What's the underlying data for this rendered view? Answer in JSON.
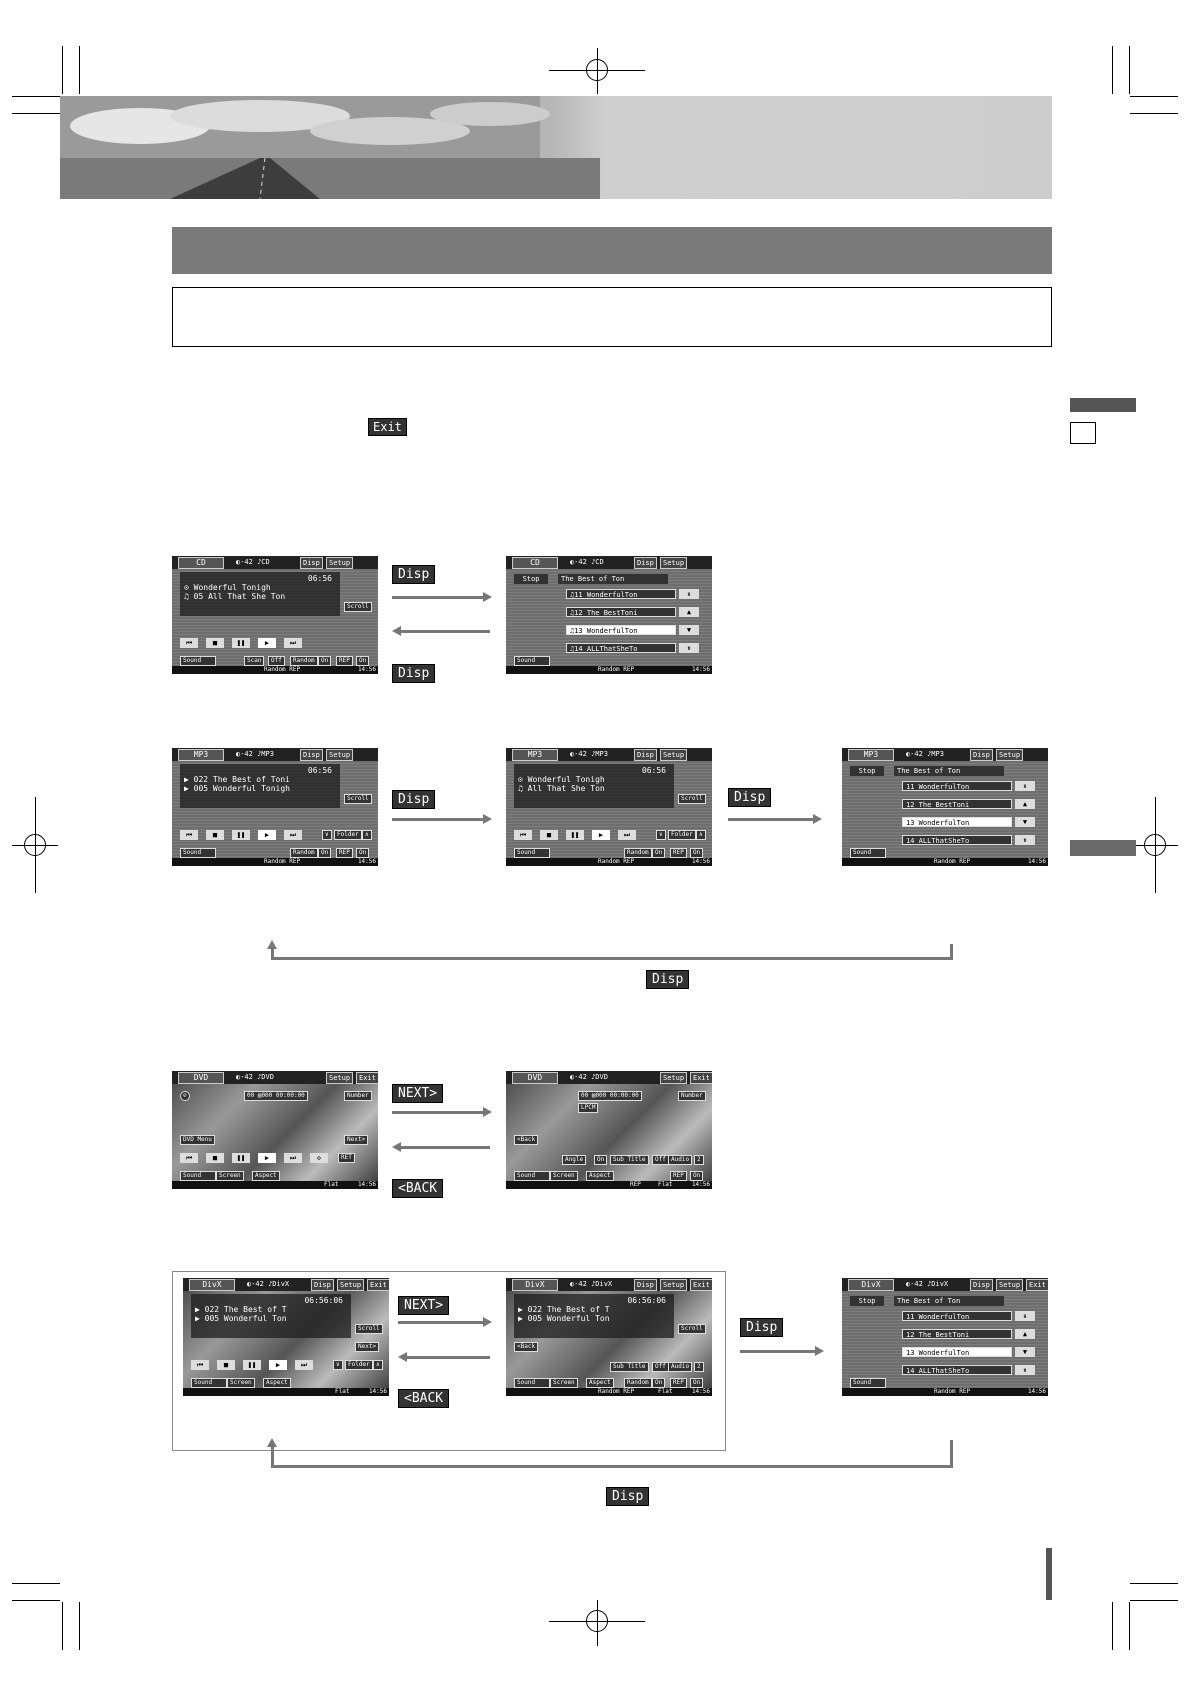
{
  "keys": {
    "exit": "Exit",
    "disp": "Disp",
    "next": "NEXT>",
    "back": "<BACK"
  },
  "cd_screen_a": {
    "mode": "CD",
    "status": "◐-42 ♪CD",
    "disp": "Disp",
    "setup": "Setup",
    "time": "06:56",
    "line1": "⊙    Wonderful Tonigh",
    "line2": "♫ 05 All That She Ton",
    "scroll": "Scroll",
    "sound": "Sound",
    "scan": "Scan",
    "scan_state": "Off",
    "random": "Random",
    "random_state": "On",
    "rep": "REP",
    "rep_state": "On",
    "footer": "Random REP",
    "clock": "14:56"
  },
  "cd_screen_b": {
    "mode": "CD",
    "status": "◐-42 ♪CD",
    "disp": "Disp",
    "setup": "Setup",
    "stop": "Stop",
    "folder": "The Best of Ton",
    "tracks": [
      "♫11 WonderfulTon",
      "♫12 The BestToni",
      "♫13 WonderfulTon",
      "♫14 ALLThatSheTo"
    ],
    "sound": "Sound",
    "footer": "Random REP",
    "clock": "14:56"
  },
  "mp3_screen_a": {
    "mode": "MP3",
    "status": "◐-42 ♪MP3",
    "disp": "Disp",
    "setup": "Setup",
    "time": "06:56",
    "line1": "▶ 022 The Best of Toni",
    "line2": "▶ 005 Wonderful Tonigh",
    "scroll": "Scroll",
    "folder": "Folder",
    "sound": "Sound",
    "random": "Random",
    "random_state": "On",
    "rep": "REP",
    "rep_state": "On",
    "footer": "Random REP",
    "clock": "14:56"
  },
  "mp3_screen_b": {
    "mode": "MP3",
    "status": "◐-42 ♪MP3",
    "disp": "Disp",
    "setup": "Setup",
    "time": "06:56",
    "line1": "⊙ Wonderful Tonigh",
    "line2": "♫ All That She Ton",
    "scroll": "Scroll",
    "folder": "Folder",
    "sound": "Sound",
    "random": "Random",
    "random_state": "On",
    "rep": "REP",
    "rep_state": "On",
    "footer": "Random REP",
    "clock": "14:56"
  },
  "mp3_screen_c": {
    "mode": "MP3",
    "status": "◐-42 ♪MP3",
    "disp": "Disp",
    "setup": "Setup",
    "stop": "Stop",
    "folder": "The Best of Ton",
    "tracks": [
      "11 WonderfulTon",
      "12 The BestToni",
      "13 WonderfulTon",
      "14 ALLThatSheTo"
    ],
    "sound": "Sound",
    "footer": "Random REP",
    "clock": "14:56"
  },
  "dvd_screen_a": {
    "mode": "DVD",
    "status": "◐-42 ♪DVD",
    "setup": "Setup",
    "exit": "Exit",
    "counter": "00 ▤000 00:00:00",
    "number": "Number",
    "dvd_menu": "DVD Menu",
    "next": "Next>",
    "ret": "RET",
    "sound": "Sound",
    "screen": "Screen",
    "aspect": "Aspect",
    "footer": "Flat",
    "clock": "14:56"
  },
  "dvd_screen_b": {
    "mode": "DVD",
    "status": "◐-42 ♪DVD",
    "setup": "Setup",
    "exit": "Exit",
    "counter": "00 ▤000 00:00:00",
    "number": "Number",
    "lpcm": "LPCM",
    "back": "<Back",
    "angle": "Angle",
    "angle_state": "On",
    "subtitle": "Sub Title",
    "subtitle_state": "Off",
    "audio": "Audio",
    "audio_state": "2",
    "sound": "Sound",
    "screen": "Screen",
    "aspect": "Aspect",
    "rep": "REP",
    "rep_state": "On",
    "footer": "REP",
    "footer2": "Flat",
    "clock": "14:56"
  },
  "divx_screen_a": {
    "mode": "DivX",
    "status": "◐-42 ♪DivX",
    "disp": "Disp",
    "setup": "Setup",
    "exit": "Exit",
    "time": "06:56:06",
    "line1": "▶ 022 The Best of T",
    "line2": "▶ 005 Wonderful Ton",
    "scroll": "Scroll",
    "next": "Next>",
    "folder": "Folder",
    "sound": "Sound",
    "screen": "Screen",
    "aspect": "Aspect",
    "footer": "Flat",
    "clock": "14:56"
  },
  "divx_screen_b": {
    "mode": "DivX",
    "status": "◐-42 ♪DivX",
    "disp": "Disp",
    "setup": "Setup",
    "exit": "Exit",
    "time": "06:56:06",
    "line1": "▶ 022 The Best of T",
    "line2": "▶ 005 Wonderful Ton",
    "scroll": "Scroll",
    "back": "<Back",
    "subtitle": "Sub Title",
    "subtitle_state": "Off",
    "audio": "Audio",
    "audio_state": "2",
    "sound": "Sound",
    "screen": "Screen",
    "aspect": "Aspect",
    "random": "Random",
    "random_state": "On",
    "rep": "REP",
    "rep_state": "On",
    "footer": "Random REP",
    "footer2": "Flat",
    "clock": "14:56"
  },
  "divx_screen_c": {
    "mode": "DivX",
    "status": "◐-42 ♪DivX",
    "disp": "Disp",
    "setup": "Setup",
    "exit": "Exit",
    "stop": "Stop",
    "folder": "The Best of Ton",
    "tracks": [
      "11 WonderfulTon",
      "12 The BestToni",
      "13 WonderfulTon",
      "14 ALLThatSheTo"
    ],
    "sound": "Sound",
    "footer": "Random REP",
    "clock": "14:56"
  }
}
